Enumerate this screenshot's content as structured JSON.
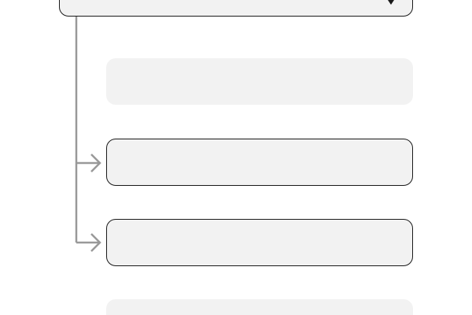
{
  "diagram": {
    "parent": {
      "label": "",
      "icon": "chevron-down-icon"
    },
    "children": [
      {
        "label": "",
        "style": "ghost",
        "connected": false
      },
      {
        "label": "",
        "style": "outlined",
        "connected": true
      },
      {
        "label": "",
        "style": "outlined",
        "connected": true
      },
      {
        "label": "",
        "style": "ghost",
        "connected": false
      }
    ]
  },
  "colors": {
    "connector": "#999999",
    "box_fill": "#f2f2f2",
    "box_border": "#1a1a1a"
  }
}
